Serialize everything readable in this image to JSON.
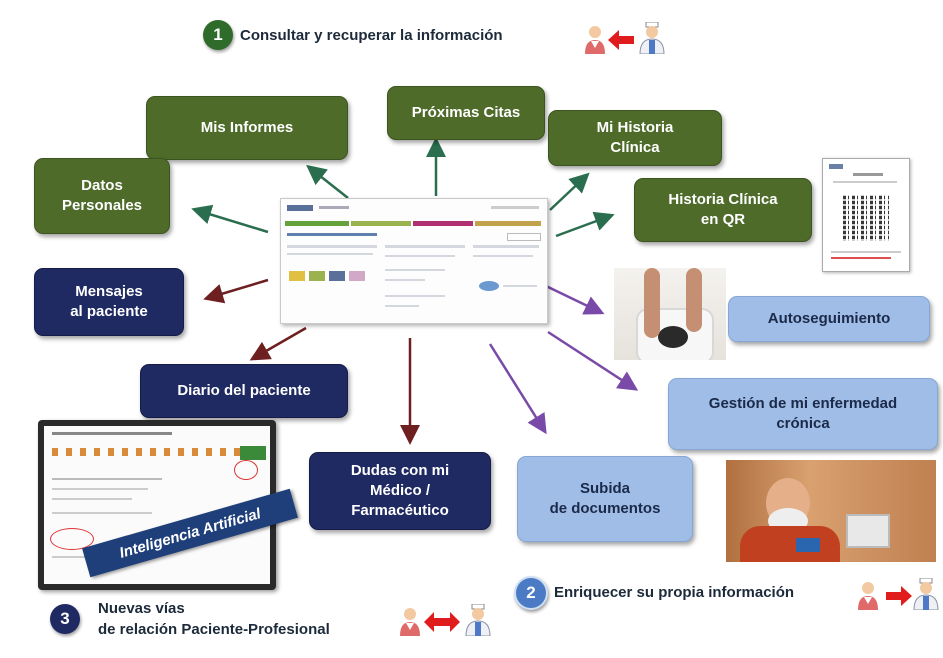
{
  "headings": {
    "one": {
      "number": "1",
      "text": "Consultar y recuperar la información"
    },
    "two": {
      "number": "2",
      "text": "Enriquecer su propia información"
    },
    "three": {
      "number": "3",
      "text": "Nuevas vías\nde relación Paciente-Profesional"
    }
  },
  "boxes": {
    "mis_informes": "Mis Informes",
    "proximas_citas": "Próximas Citas",
    "mi_historia": "Mi Historia\nClínica",
    "datos_personales": "Datos\nPersonales",
    "historia_qr": "Historia Clínica\nen QR",
    "mensajes": "Mensajes\nal paciente",
    "autoseguimiento": "Autoseguimiento",
    "diario": "Diario del paciente",
    "gestion": "Gestión de mi enfermedad\ncrónica",
    "dudas": "Dudas con mi\nMédico /\nFarmacéutico",
    "subida": "Subida\nde documentos"
  },
  "banner": "Inteligencia Artificial",
  "colors": {
    "green_box": "#4e6b2a",
    "navy_box": "#1f2a63",
    "light_box": "#9fbde6",
    "green_arrow": "#2b6e4f",
    "red_arrow": "#6e1f1f",
    "purple_arrow": "#7a4aa8",
    "num_green": "#2f6b2a",
    "num_blue": "#4b7bc4",
    "num_navy": "#1f2a63"
  }
}
